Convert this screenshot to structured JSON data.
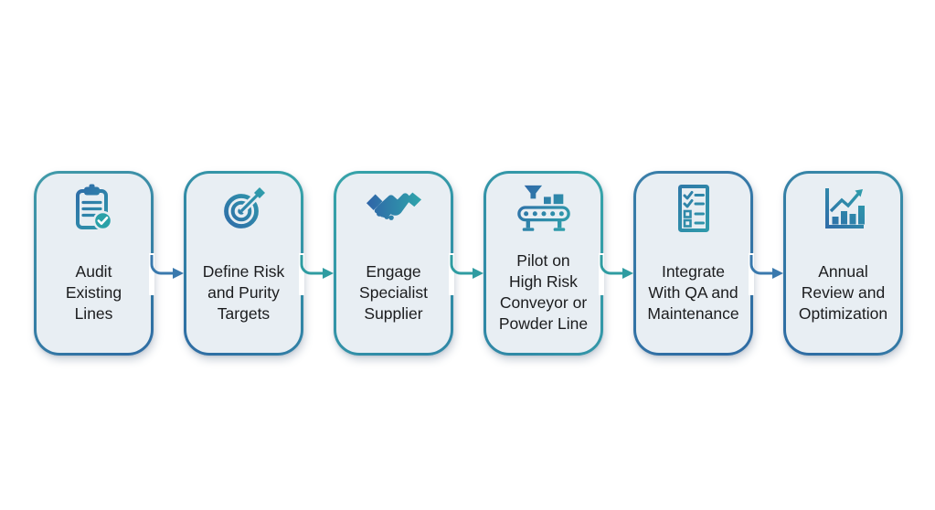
{
  "diagram": {
    "type": "process-flow",
    "direction": "left-to-right",
    "background": "#ffffff",
    "steps": [
      {
        "id": 1,
        "label": "Audit\nExisting\nLines",
        "icon": "clipboard-check"
      },
      {
        "id": 2,
        "label": "Define Risk\nand Purity\nTargets",
        "icon": "target-dart"
      },
      {
        "id": 3,
        "label": "Engage\nSpecialist\nSupplier",
        "icon": "handshake"
      },
      {
        "id": 4,
        "label": "Pilot on\nHigh Risk\nConveyor or\nPowder Line",
        "icon": "conveyor-belt"
      },
      {
        "id": 5,
        "label": "Integrate\nWith QA and\nMaintenance",
        "icon": "checklist"
      },
      {
        "id": 6,
        "label": "Annual\nReview and\nOptimization",
        "icon": "bar-chart-growth"
      }
    ],
    "connectors": [
      {
        "from": 1,
        "to": 2,
        "color": "#3a79ad"
      },
      {
        "from": 2,
        "to": 3,
        "color": "#2f9ca1"
      },
      {
        "from": 3,
        "to": 4,
        "color": "#2f9ca1"
      },
      {
        "from": 4,
        "to": 5,
        "color": "#2f9ca1"
      },
      {
        "from": 5,
        "to": 6,
        "color": "#3a79ad"
      }
    ],
    "colors": {
      "card_fill": "#e8eef3",
      "gradient_blue": "#2e6ba3",
      "gradient_teal": "#36a4a9",
      "icon_blue": "#2f63a8",
      "icon_teal": "#2fa6ab",
      "text": "#1b1c1e"
    }
  }
}
